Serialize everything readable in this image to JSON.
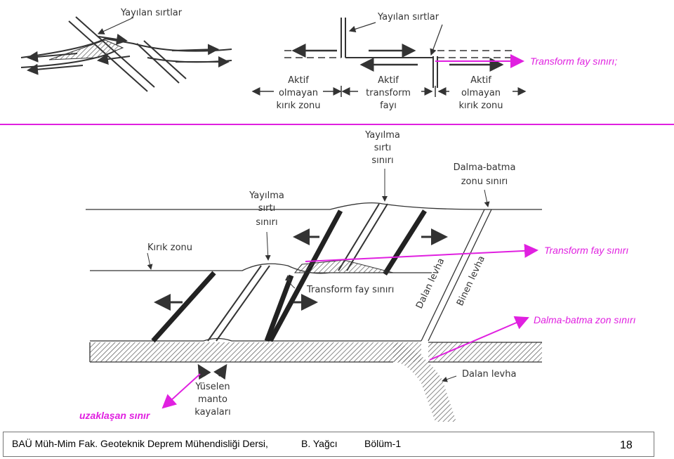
{
  "colors": {
    "annotation": "#e020e0",
    "ink": "#333333"
  },
  "top_left": {
    "label": "Yayılan sırtlar"
  },
  "top_right": {
    "label": "Yayılan sırtlar",
    "zone_left": [
      "Aktif",
      "olmayan",
      "kırık zonu"
    ],
    "zone_mid": [
      "Aktif",
      "transform",
      "fayı"
    ],
    "zone_right": [
      "Aktif",
      "olmayan",
      "kırık zonu"
    ]
  },
  "block": {
    "yayilma_top": [
      "Yayılma",
      "sırtı",
      "sınırı"
    ],
    "yayilma_left": [
      "Yayılma",
      "sırtı",
      "sınırı"
    ],
    "dalma_batma": [
      "Dalma-batma",
      "zonu sınırı"
    ],
    "kirik_zonu": "Kırık zonu",
    "transform": "Transform fay sınırı",
    "dalan": "Dalan levha",
    "binen": "Binen levha",
    "dalan2": "Dalan levha",
    "yukselen": [
      "Yüselen",
      "manto",
      "kayaları"
    ]
  },
  "annotations": {
    "a1": "Transform fay sınırı;",
    "a2": "Transform fay sınırı",
    "a3": "Dalma-batma zon sınırı",
    "a4": "uzaklaşan sınır"
  },
  "footer": {
    "course": "BAÜ Müh-Mim Fak. Geoteknik Deprem Mühendisliği Dersi,",
    "author": "B. Yağcı",
    "chapter": "Bölüm-1",
    "page": "18"
  }
}
